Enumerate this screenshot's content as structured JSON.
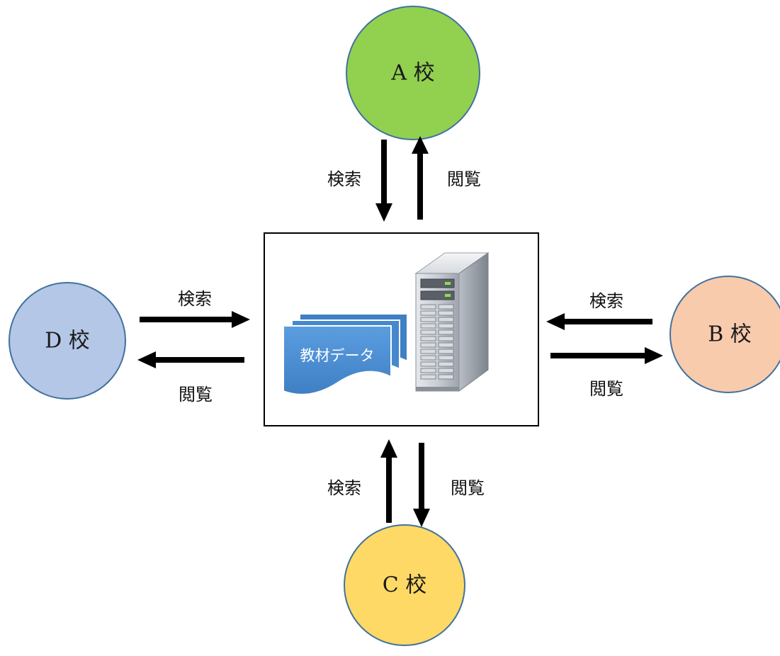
{
  "schools": {
    "a": {
      "label": "A 校",
      "color": "#92d050"
    },
    "b": {
      "label": "B 校",
      "color": "#f8cbad"
    },
    "c": {
      "label": "C 校",
      "color": "#ffd966"
    },
    "d": {
      "label": "D 校",
      "color": "#b4c7e7"
    }
  },
  "flows": {
    "search": "検索",
    "view": "閲覧"
  },
  "server": {
    "document_label": "教材データ",
    "icon": "server-tower-icon"
  },
  "colors": {
    "circle_stroke": "#41719c",
    "arrow": "#000000",
    "document": "#4a8fd6"
  }
}
